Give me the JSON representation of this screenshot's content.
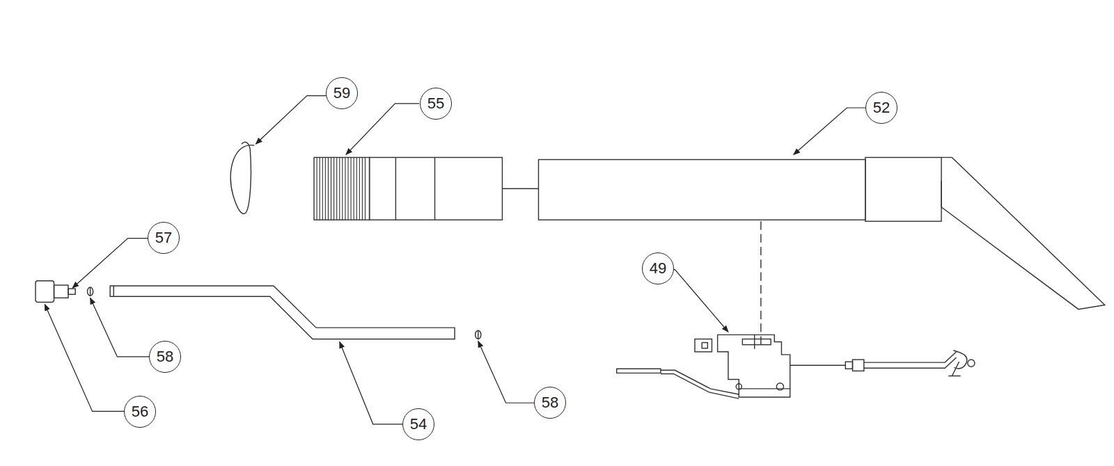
{
  "diagram": {
    "nodes": [
      {
        "text": [
          "59"
        ]
      },
      {
        "text": [
          "55"
        ]
      },
      {
        "text": [
          "52"
        ]
      },
      {
        "text": [
          "57"
        ]
      },
      {
        "text": [
          "49"
        ]
      },
      {
        "text": [
          "58"
        ]
      },
      {
        "text": [
          "58"
        ]
      },
      {
        "text": [
          "56"
        ]
      },
      {
        "text": [
          "54"
        ]
      }
    ]
  }
}
